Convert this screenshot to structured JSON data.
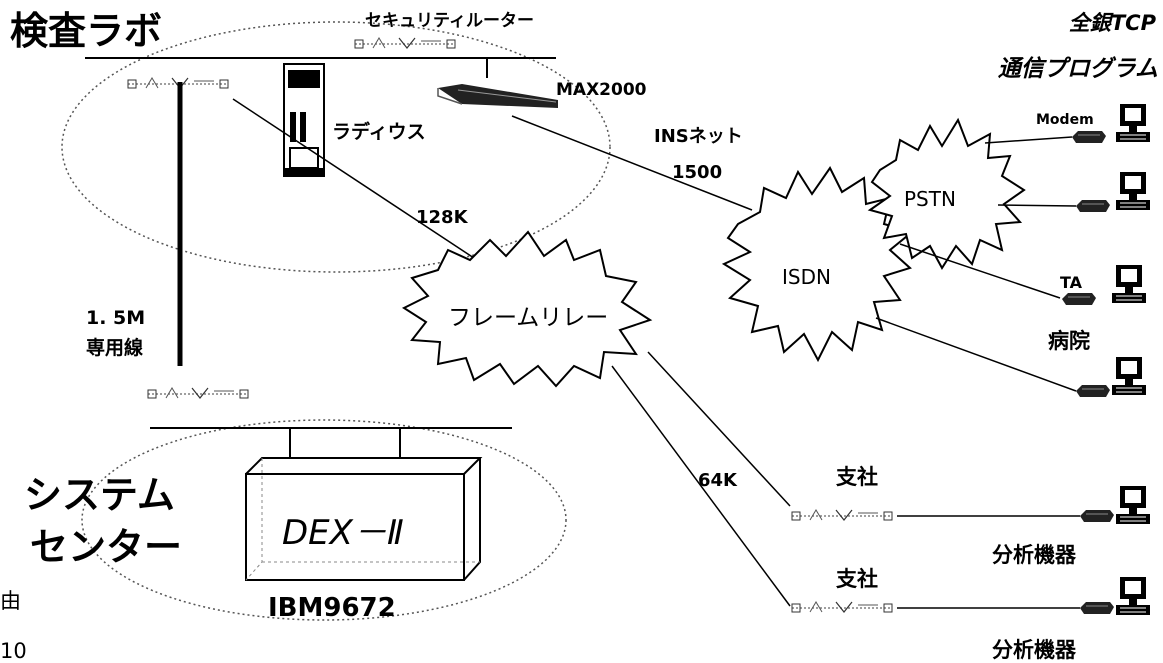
{
  "labs": {
    "title": "検査ラボ",
    "router_label": "セキュリティルーター",
    "radius_label": "ラディウス",
    "max_label": "MAX2000"
  },
  "links": {
    "ins_net": "INSネット",
    "ins_speed": "1500",
    "k128": "128K",
    "m15_line1": "1. 5M",
    "m15_line2": "専用線",
    "k64": "64K"
  },
  "clouds": {
    "frame_relay": "フレームリレー",
    "isdn": "ISDN",
    "pstn": "PSTN"
  },
  "program": {
    "line1": "全銀TCP",
    "line2": "通信プログラム"
  },
  "hospital": {
    "modem": "Modem",
    "ta": "TA",
    "label": "病院"
  },
  "system_center": {
    "line1": "システム",
    "line2": "センター",
    "dex": "DEX－Ⅱ",
    "ibm": "IBM9672"
  },
  "branches": [
    {
      "label": "支社",
      "device": "分析機器"
    },
    {
      "label": "支社",
      "device": "分析機器"
    }
  ],
  "edge": {
    "char": "由",
    "number": "10"
  }
}
